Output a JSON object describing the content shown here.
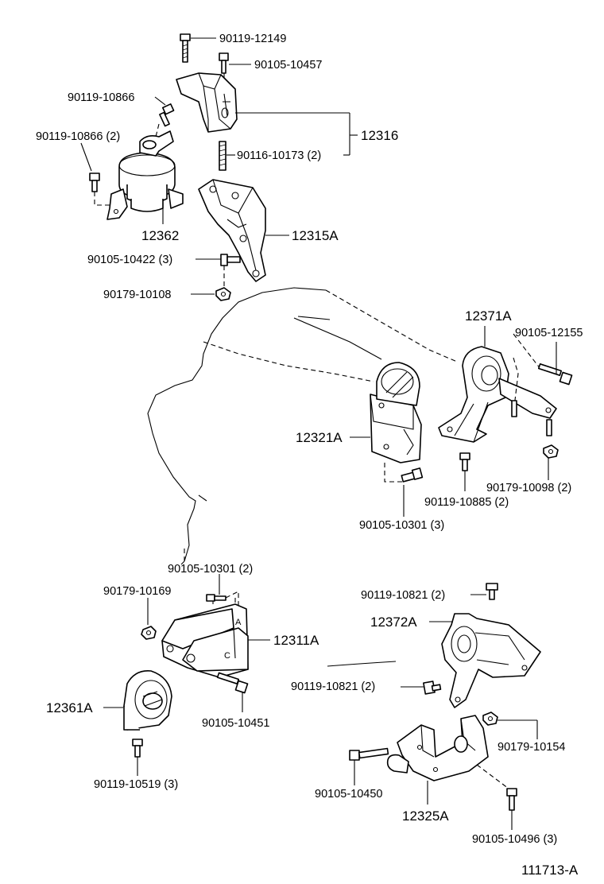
{
  "diagram": {
    "ref_code": "111713-A",
    "labels": {
      "p90119_12149": "90119-12149",
      "p90105_10457": "90105-10457",
      "p90119_10866": "90119-10866",
      "p90119_10866_2": "90119-10866 (2)",
      "p12316": "12316",
      "p90116_10173_2": "90116-10173 (2)",
      "p12362": "12362",
      "p12315A": "12315A",
      "p90105_10422_3": "90105-10422 (3)",
      "p90179_10108": "90179-10108",
      "p12371A": "12371A",
      "p90105_12155": "90105-12155",
      "p12321A": "12321A",
      "p90179_10098_2": "90179-10098 (2)",
      "p90119_10885_2": "90119-10885 (2)",
      "p90105_10301_3": "90105-10301 (3)",
      "p90105_10301_2": "90105-10301 (2)",
      "p90179_10169": "90179-10169",
      "p90119_10821_2a": "90119-10821 (2)",
      "p12372A": "12372A",
      "p12311A": "12311A",
      "p90119_10821_2b": "90119-10821 (2)",
      "p12361A": "12361A",
      "p90105_10451": "90105-10451",
      "p90179_10154": "90179-10154",
      "p90119_10519_3": "90119-10519 (3)",
      "p90105_10450": "90105-10450",
      "p12325A": "12325A",
      "p90105_10496_3": "90105-10496 (3)"
    }
  }
}
